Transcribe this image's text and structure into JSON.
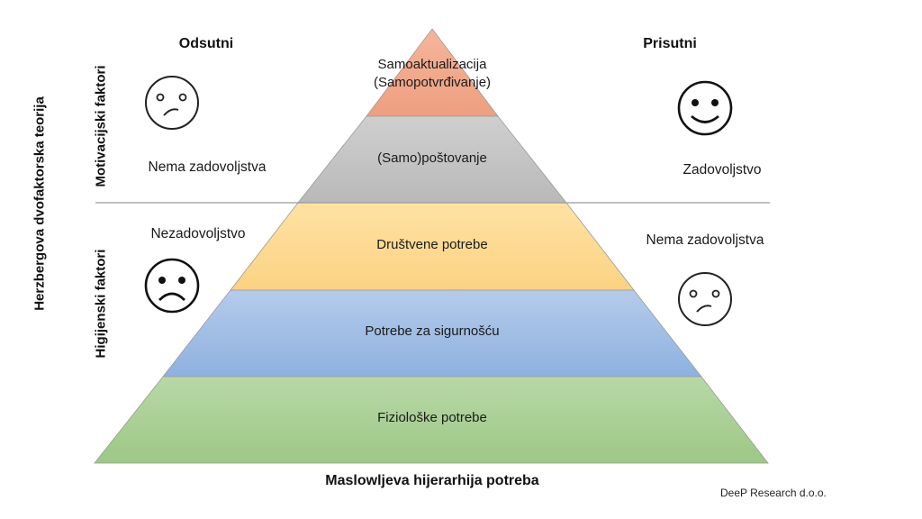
{
  "diagram": {
    "title": "Maslowljeva hijerarhija potreba",
    "credit": "DeeP Research d.o.o.",
    "vertical_axis_label": "Herzbergova dvofaktorska teorija",
    "factor_groups": {
      "motivational": "Motivacijski faktori",
      "hygiene": "Higijenski faktori"
    },
    "columns": {
      "left": "Odsutni",
      "right": "Prisutni"
    },
    "pyramid_levels": [
      {
        "line1": "Samoaktualizacija",
        "line2": "(Samopotvrđivanje)",
        "color": "#f2a98c"
      },
      {
        "label": "(Samo)poštovanje",
        "color": "#c3c3c3"
      },
      {
        "label": "Društvene potrebe",
        "color": "#fdd98f"
      },
      {
        "label": "Potrebe za sigurnošću",
        "color": "#97b7e2"
      },
      {
        "label": "Fiziološke potrebe",
        "color": "#a9cf93"
      }
    ],
    "outcomes": {
      "motivational_absent": "Nema zadovoljstva",
      "motivational_present": "Zadovoljstvo",
      "hygiene_absent": "Nezadovoljstvo",
      "hygiene_present": "Nema zadovoljstva"
    },
    "icons": {
      "motivational_absent": "neutral-face-icon",
      "motivational_present": "smiley-face-icon",
      "hygiene_absent": "sad-face-icon",
      "hygiene_present": "neutral-face-icon"
    }
  }
}
